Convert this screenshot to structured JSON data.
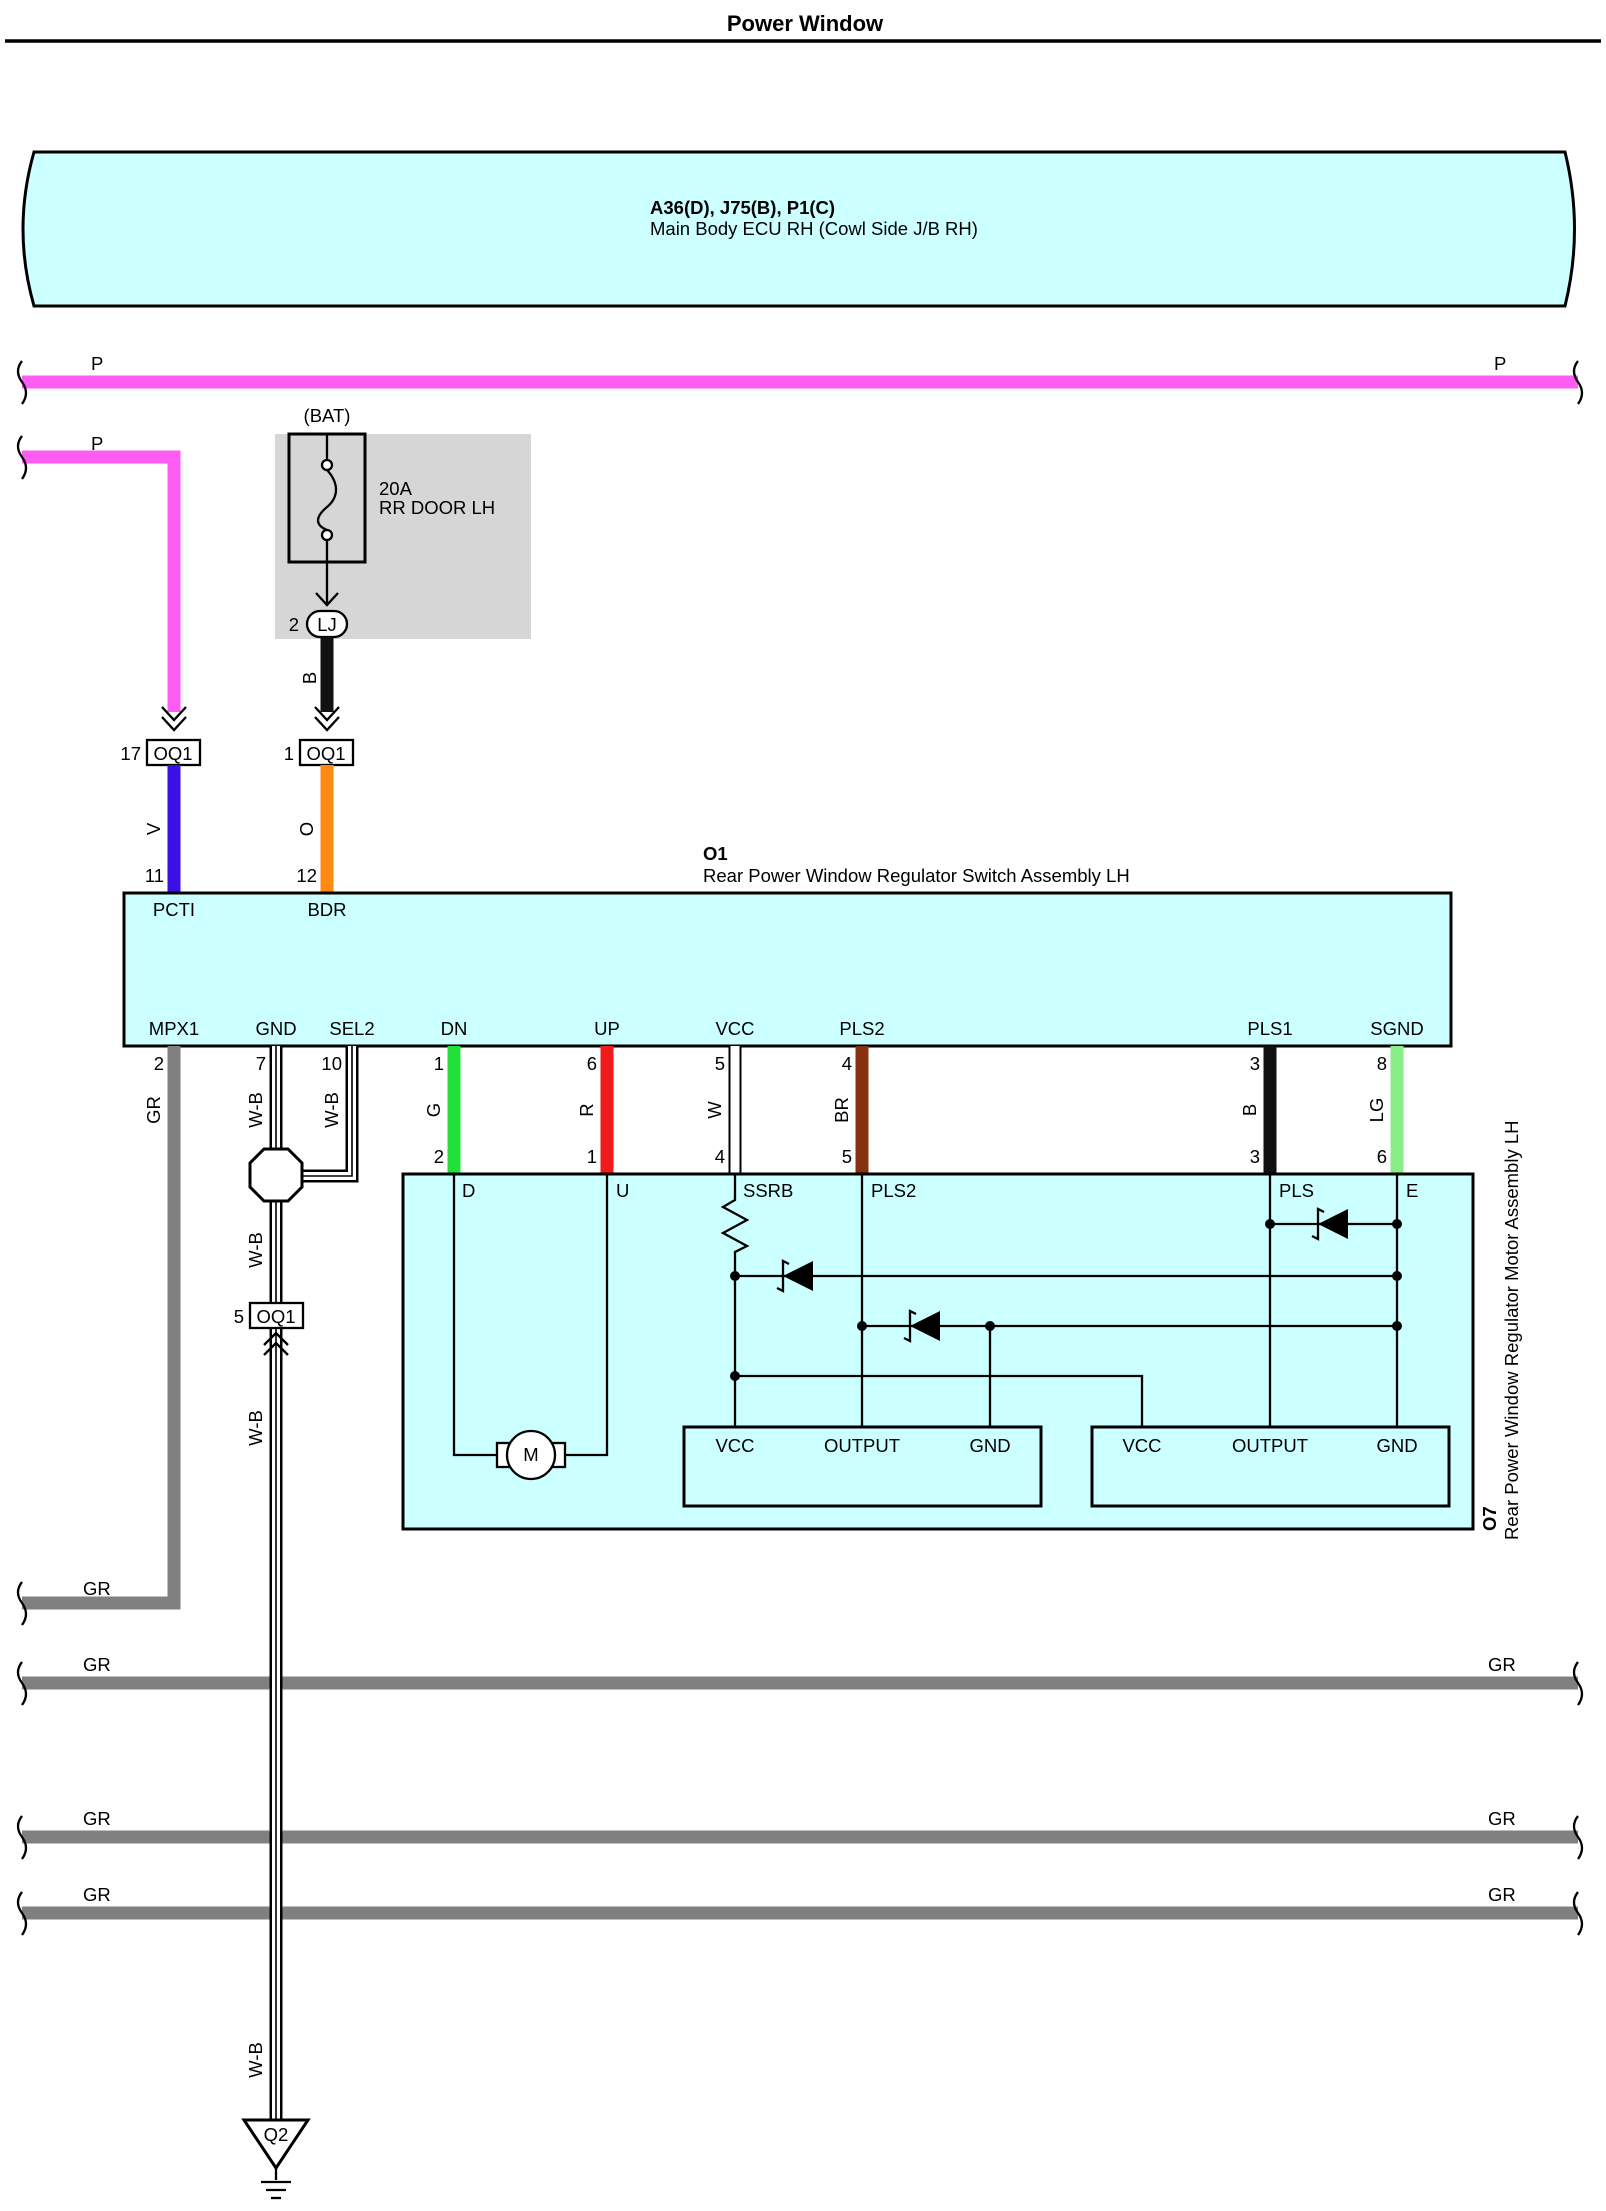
{
  "title": "Power Window",
  "ecu": {
    "code": "A36(D), J75(B), P1(C)",
    "name": "Main Body ECU RH (Cowl Side J/B RH)"
  },
  "fuse": {
    "source": "(BAT)",
    "rating": "20A",
    "name": "RR DOOR LH",
    "pin": "2",
    "connector": "LJ"
  },
  "connectors": [
    {
      "pin": "17",
      "name": "OQ1"
    },
    {
      "pin": "1",
      "name": "OQ1"
    },
    {
      "pin": "5",
      "name": "OQ1"
    }
  ],
  "switch": {
    "code": "O1",
    "name": "Rear Power Window Regulator Switch Assembly LH",
    "top_pins": [
      {
        "num": "11",
        "name": "PCTI",
        "wire": "V"
      },
      {
        "num": "12",
        "name": "BDR",
        "wire": "O"
      }
    ],
    "bottom_pins": [
      {
        "num": "2",
        "name": "MPX1",
        "wire": "GR"
      },
      {
        "num": "7",
        "name": "GND",
        "wire": "W-B"
      },
      {
        "num": "10",
        "name": "SEL2",
        "wire": "W-B"
      },
      {
        "num": "1",
        "name": "DN",
        "wire": "G"
      },
      {
        "num": "6",
        "name": "UP",
        "wire": "R"
      },
      {
        "num": "5",
        "name": "VCC",
        "wire": "W"
      },
      {
        "num": "4",
        "name": "PLS2",
        "wire": "BR"
      },
      {
        "num": "3",
        "name": "PLS1",
        "wire": "B"
      },
      {
        "num": "8",
        "name": "SGND",
        "wire": "LG"
      }
    ]
  },
  "motor": {
    "code": "O7",
    "name": "Rear Power Window Regulator Motor Assembly LH",
    "pins": [
      {
        "num": "2",
        "name": "D"
      },
      {
        "num": "1",
        "name": "U"
      },
      {
        "num": "4",
        "name": "SSRB"
      },
      {
        "num": "5",
        "name": "PLS2"
      },
      {
        "num": "3",
        "name": "PLS"
      },
      {
        "num": "6",
        "name": "E"
      }
    ],
    "motor_label": "M",
    "sensor1": {
      "vcc": "VCC",
      "output": "OUTPUT",
      "gnd": "GND"
    },
    "sensor2": {
      "vcc": "VCC",
      "output": "OUTPUT",
      "gnd": "GND"
    }
  },
  "wire_labels": {
    "p": "P",
    "b": "B",
    "gr": "GR",
    "wb": "W-B"
  },
  "ground": {
    "code": "Q2"
  },
  "colors": {
    "P": "#ff5cf4",
    "V": "#3b10e6",
    "O": "#ff8a12",
    "B": "#111111",
    "GR": "#808080",
    "G": "#22e03a",
    "R": "#f21a1a",
    "W": "#ffffff",
    "BR": "#86310f",
    "LG": "#88ee88",
    "panel": "#ccffff",
    "fuse_bg": "#d6d6d6"
  }
}
